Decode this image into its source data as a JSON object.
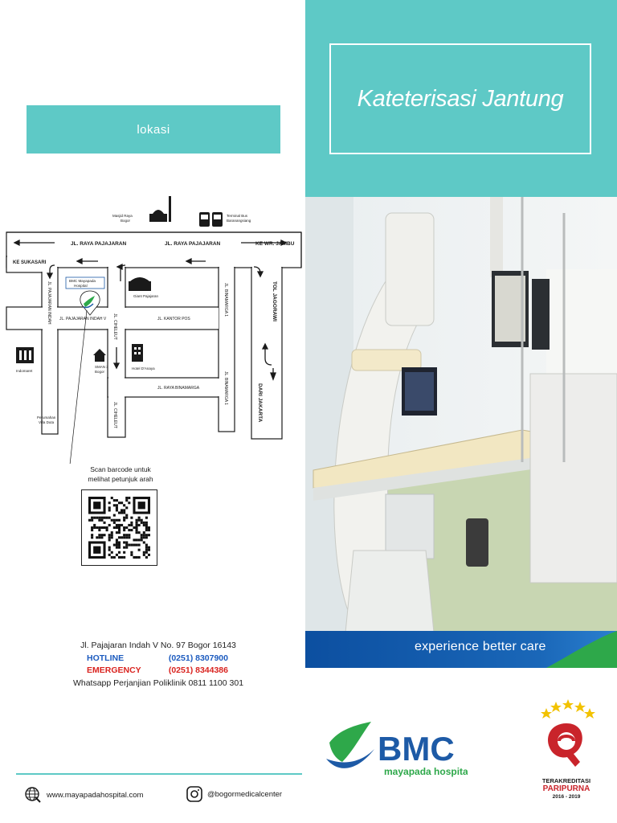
{
  "lokasi": {
    "label": "lokasi"
  },
  "map": {
    "landmarks": {
      "masjid": "Masjid Raya",
      "masjid_sub": "Bogor",
      "terminal": "Terminal Bus",
      "terminal_sub": "Baranangsiang",
      "giant": "Giant Pajajaran",
      "hospital_1": "BMC Mayapada",
      "hospital_2": "Hospital",
      "indomaret": "Indomaret",
      "sman": "SMAN 3",
      "sman_sub": "Bogor",
      "hotel": "Hotel D'Anaya",
      "perumahan": "Perumahan",
      "perumahan_sub": "Villa Duta"
    },
    "roads": {
      "raya_pajajaran_1": "JL. RAYA PAJAJARAN",
      "raya_pajajaran_2": "JL. RAYA PAJAJARAN",
      "ke_wr_jambu": "KE WR. JAMBU",
      "ke_sukasari": "KE SUKASARI",
      "pajajaran_indah_v": "JL. PAJAJARAN INDAH V",
      "pajajaran_indah_vert": "JL. PAJAJARAN INDAH",
      "kantor_pos": "JL. KANTOR POS",
      "raya_binamarga": "JL. RAYA BINAMARGA",
      "binamarga_1": "JL. BINAMARGA 1",
      "binamarga_2": "JL. BINAMARGA 1",
      "cimahpar_1": "JL. CIHELEUT",
      "cimahpar_2": "JL. CIHELEUT",
      "tol_jagorawi": "TOL JAGORAWI",
      "dari_jakarta": "DARI JAKARTA"
    }
  },
  "scan": {
    "text_1": "Scan barcode untuk",
    "text_2": "melihat petunjuk arah"
  },
  "contact": {
    "address": "Jl. Pajajaran Indah V No. 97 Bogor 16143",
    "hotline_label": "HOTLINE",
    "hotline_number": "(0251) 8307900",
    "emergency_label": "EMERGENCY",
    "emergency_number": "(0251) 8344386",
    "whatsapp": "Whatsapp Perjanjian Poliklinik 0811 1100 301"
  },
  "footer": {
    "website": "www.mayapadahospital.com",
    "instagram": "@bogormedicalcenter"
  },
  "header": {
    "title": "Kateterisasi Jantung"
  },
  "tagline": "experience better care",
  "logo": {
    "name": "BMC",
    "sub": "mayapada hospital"
  },
  "accreditation": {
    "line_1": "TERAKREDITASI",
    "line_2": "PARIPURNA",
    "years": "2016 - 2019"
  },
  "colors": {
    "teal": "#5ec9c6",
    "blue": "#1c5bbf",
    "red": "#d9231f",
    "green": "#2ea84a",
    "navy": "#1d5aa6"
  }
}
